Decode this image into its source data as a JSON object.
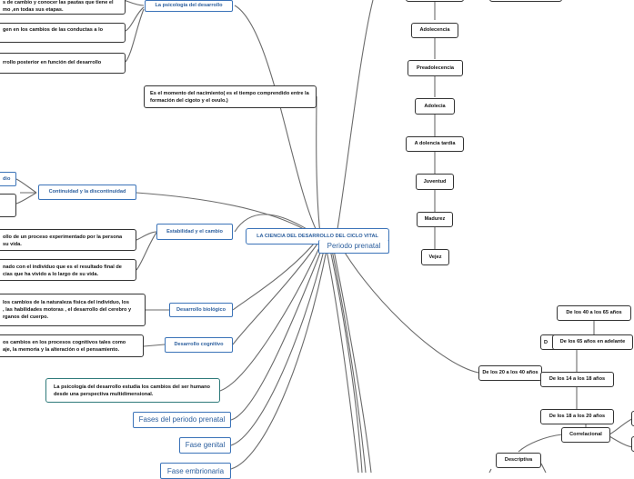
{
  "central": {
    "title": "LA CIENCIA DEL DESARROLLO DEL CICLO VITAL"
  },
  "left_nodes": {
    "partial_top": "s de cambio y conocer las pautas que tiene el\nmo ,en todas sus etapas.",
    "psicologia": "La psicología del desarrollo",
    "partial_conductas": "gen en los cambios de las conductas a lo",
    "partial_posterior": "rrollo posterior en función del desarrollo",
    "nacimiento": "Es el momento del nacimiento( es el tiempo comprendido entre la  formación del cigoto y el ovulo.)",
    "partial_dio": "dio",
    "continuidad": "Continuidad y la discontinuidad",
    "estabilidad": "Estabilidad y el cambio",
    "partial_proceso": "ollo de un proceso experimentado por la persona\nsu vida.",
    "partial_individuo": "nado con el individuo que es el resultado final de\ncias que ha vivido a lo largo de su vida.",
    "partial_fisica": "los cambios de la naturaleza física del individuo, los\n, las habilidades motoras , el desarrollo del cerebro y\nrganos del cuerpo.",
    "biologico": "Desarrollo biológico",
    "partial_cognitivos": "os cambios en los procesos cognitivos tales como\naje, la memoria y la alteración o el pensamiento.",
    "cognitivo": "Desarrollo cognitivo",
    "psicologia_estudia": "La psicología del desarrollo estudia los cambios del ser humano  desde una perspectiva multidimensional.",
    "fases_prenatal": "Fases del periodo prenatal",
    "fase_genital": "Fase genital",
    "fase_embrionaria": "Fase embrionaria"
  },
  "center_overlap": {
    "periodo_prenatal": "Periodo prenatal"
  },
  "stages": [
    "Adolecencia",
    "Preadolecencia",
    "Adolecia",
    "A dolencia tardia",
    "Juventud",
    "Madurez",
    "Vejez"
  ],
  "right_nodes": {
    "d40_65": "De los 40 a los 65 años",
    "partial_d": "D",
    "d65": "De los 65 años en adelante",
    "d20_40": "De los 20 a los 40 años",
    "d14_18": "De los 14 a los 18 años",
    "d18_20": "De los 18 a los 20 años",
    "correlacional": "Correlacional",
    "descriptiva": "Descriptiva"
  }
}
